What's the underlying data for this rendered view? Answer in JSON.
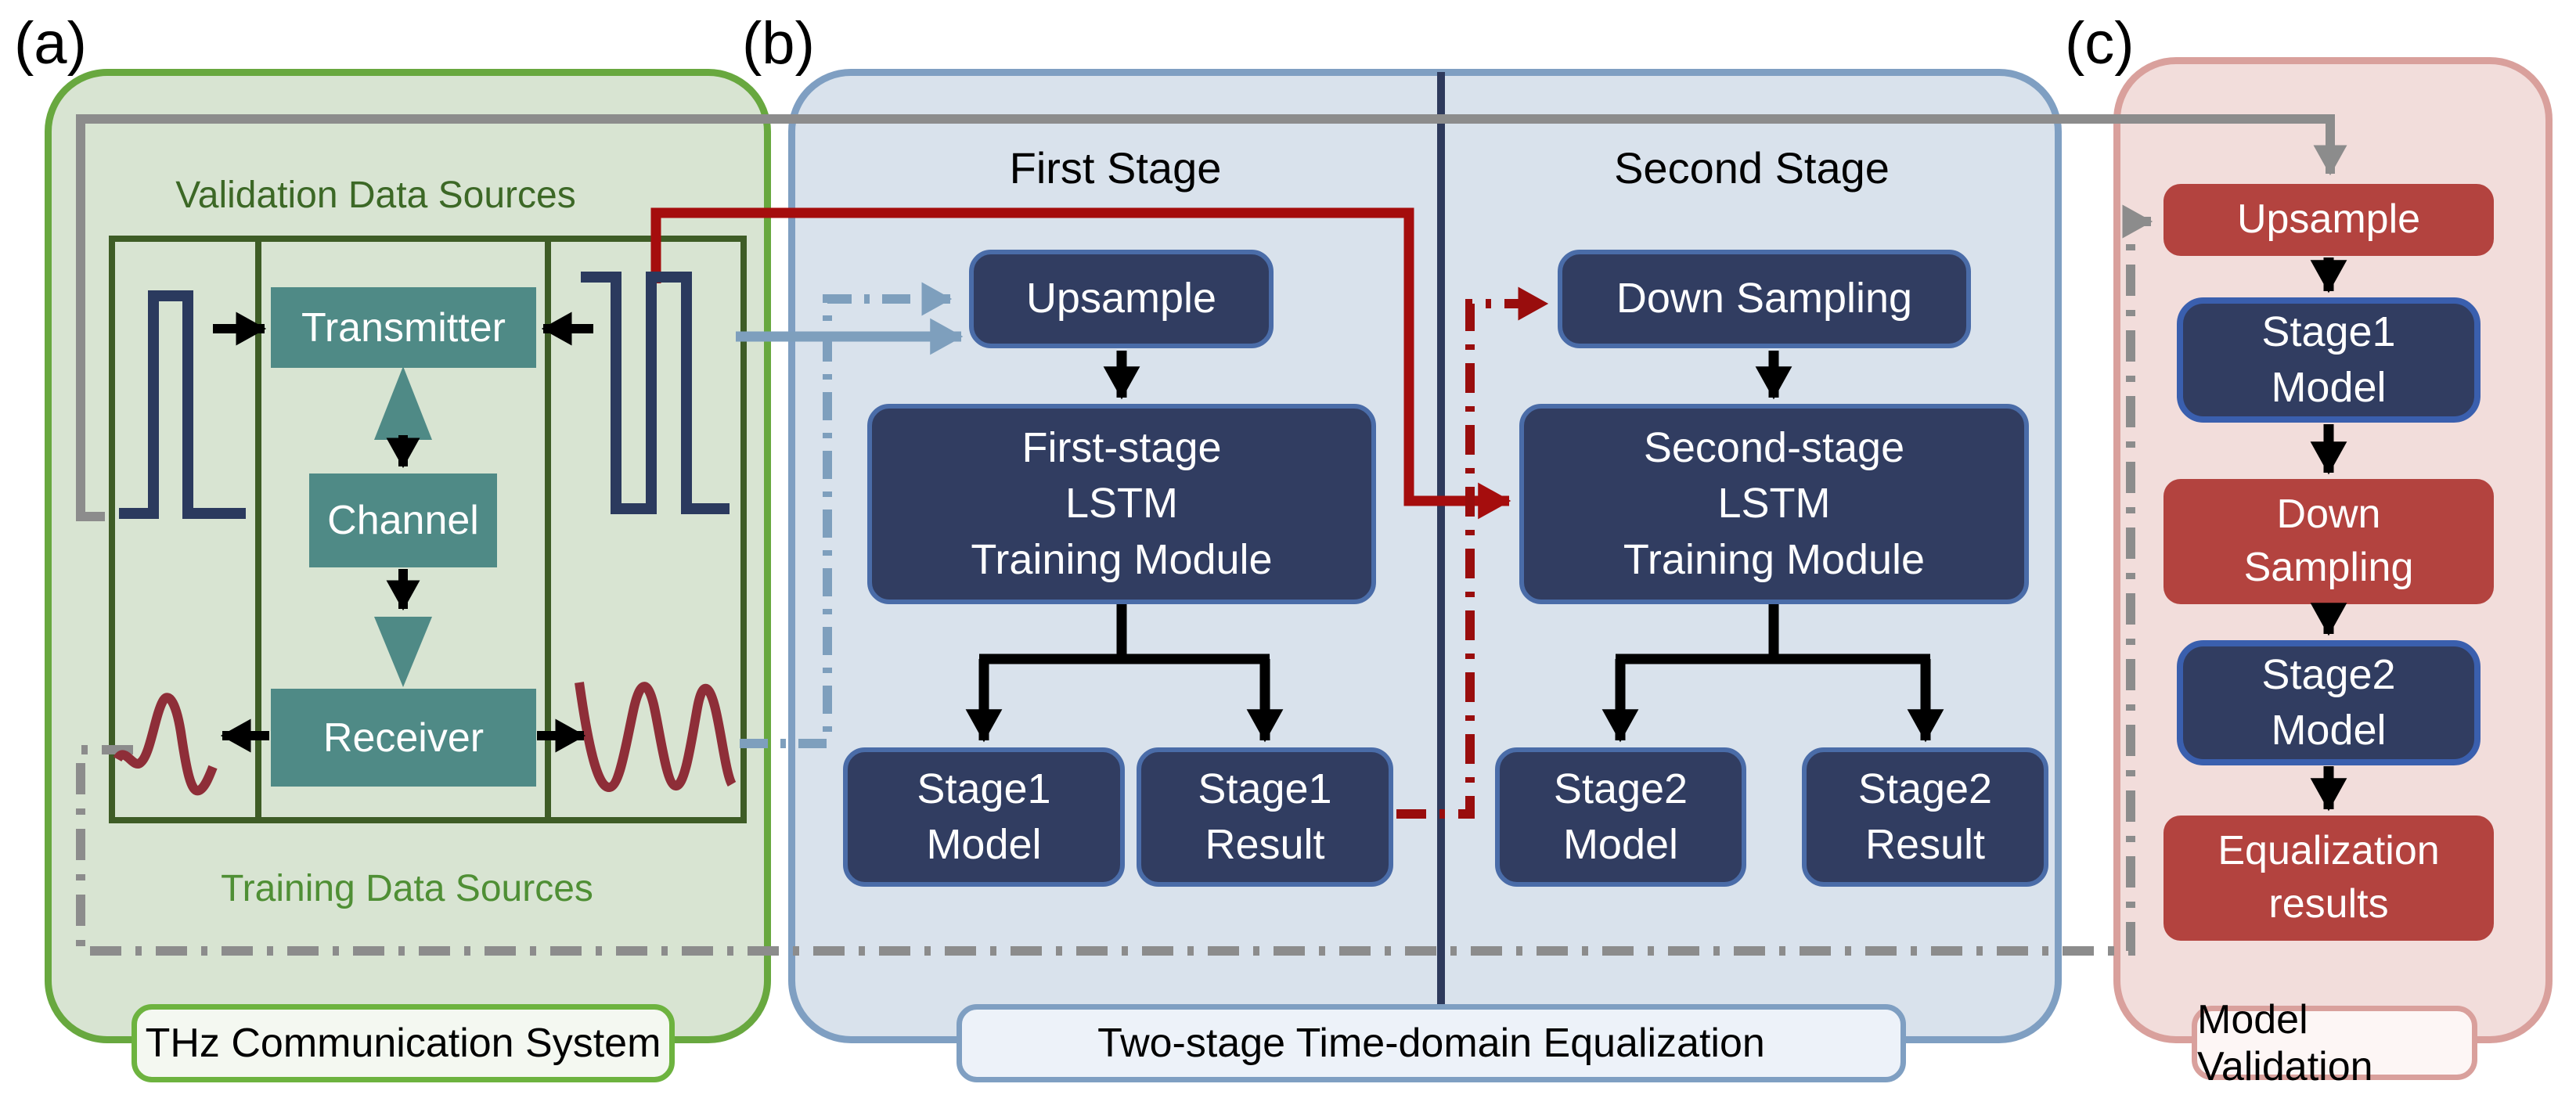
{
  "figure": {
    "panel_a_tag": "(a)",
    "panel_b_tag": "(b)",
    "panel_c_tag": "(c)"
  },
  "panel_a": {
    "caption": "THz Communication System",
    "validation_label": "Validation Data Sources",
    "training_label": "Training Data Sources",
    "transmitter": "Transmitter",
    "channel": "Channel",
    "receiver": "Receiver"
  },
  "panel_b": {
    "caption": "Two-stage Time-domain Equalization",
    "first_stage": {
      "heading": "First Stage",
      "upsample": "Upsample",
      "lstm_lines": [
        "First-stage",
        "LSTM",
        "Training Module"
      ],
      "model_lines": [
        "Stage1",
        "Model"
      ],
      "result_lines": [
        "Stage1",
        "Result"
      ]
    },
    "second_stage": {
      "heading": "Second Stage",
      "downsample": "Down Sampling",
      "lstm_lines": [
        "Second-stage",
        "LSTM",
        "Training Module"
      ],
      "model_lines": [
        "Stage2",
        "Model"
      ],
      "result_lines": [
        "Stage2",
        "Result"
      ]
    }
  },
  "panel_c": {
    "caption": "Model Validation",
    "upsample": "Upsample",
    "stage1_model_lines": [
      "Stage1",
      "Model"
    ],
    "downsample_lines": [
      "Down",
      "Sampling"
    ],
    "stage2_model_lines": [
      "Stage2",
      "Model"
    ],
    "equalization_lines": [
      "Equalization",
      "results"
    ]
  },
  "colors": {
    "panel_a_fill": "#d8e4d2",
    "panel_a_border": "#68a83f",
    "panel_b_fill": "#d9e2ec",
    "panel_b_border": "#7f9fc2",
    "panel_c_fill": "#f2dddb",
    "panel_c_border": "#d9a09c",
    "teal_block": "#4f8a86",
    "navy_block": "#313d61",
    "navy_border": "#4a6ca8",
    "red_block": "#b3433f",
    "inner_frame_green": "#3e5c26",
    "validation_text_green": "#3c6826",
    "training_text_green": "#4f8f35",
    "signal_navy": "#2b3a5e",
    "signal_darkred": "#8e2e38",
    "red_line": "#a50d0d",
    "darkred_dashdot": "#990d0d",
    "bluegray_line": "#7e9fbd",
    "gray_line": "#8c8c8c",
    "stage_divider": "#2e3a5c"
  }
}
